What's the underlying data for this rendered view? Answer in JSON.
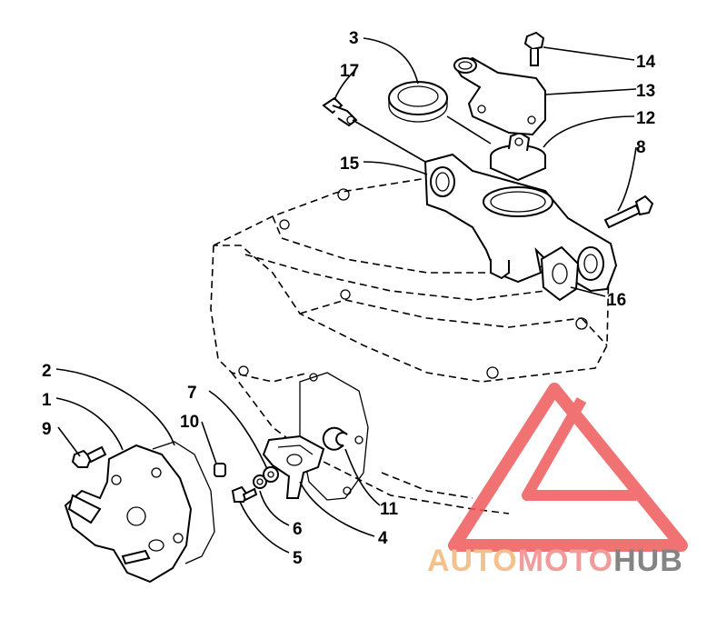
{
  "callouts": {
    "c1": "1",
    "c2": "2",
    "c3": "3",
    "c4": "4",
    "c5": "5",
    "c6": "6",
    "c7": "7",
    "c8": "8",
    "c9": "9",
    "c10": "10",
    "c11": "11",
    "c12": "12",
    "c13": "13",
    "c14": "14",
    "c15": "15",
    "c16": "16",
    "c17": "17"
  },
  "watermark": {
    "part1": "AUTO",
    "part2": "MOTO",
    "part3": "HUB",
    "color_auto": "#f2b878",
    "color_moto": "#f08a8a",
    "color_hub": "#6f6f6f",
    "triangle_color": "#ef5a5a"
  }
}
